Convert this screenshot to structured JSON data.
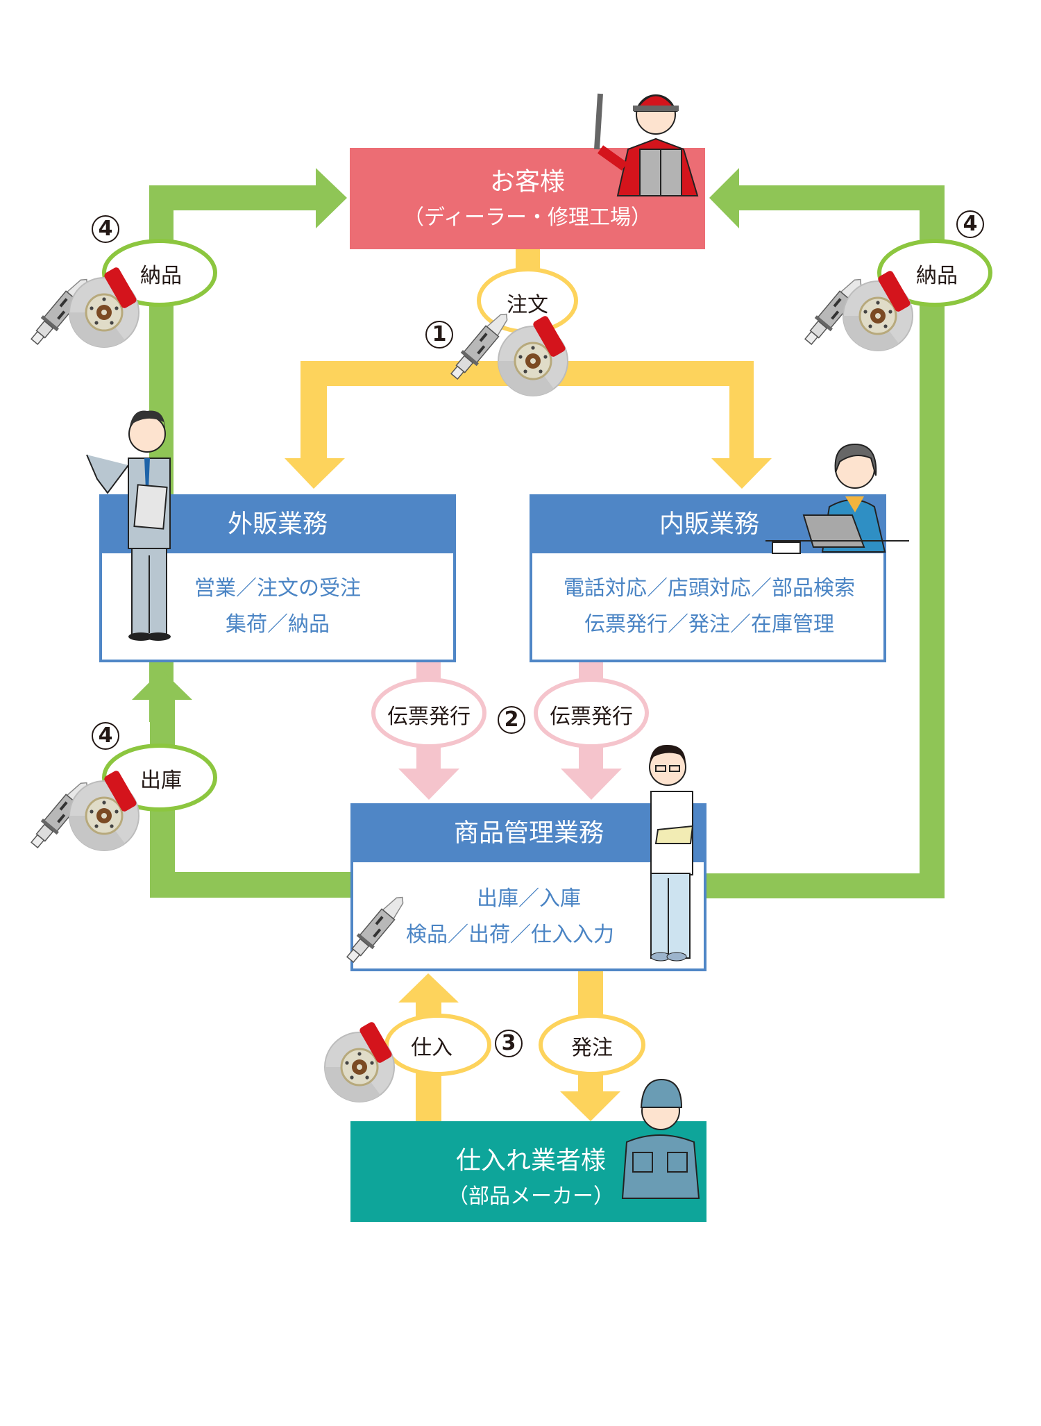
{
  "colors": {
    "customer_box": "#ec6d74",
    "dept_header": "#4f86c6",
    "dept_border": "#4f86c6",
    "dept_body_text": "#4a84c4",
    "supplier_box": "#0ea59a",
    "green_flow": "#8fc556",
    "green_oval": "#8cc63f",
    "yellow_flow": "#fdd35c",
    "pink_flow": "#f5c4cc",
    "label_text": "#231815"
  },
  "customer": {
    "title": "お客様",
    "subtitle": "（ディーラー・修理工場）"
  },
  "outside_sales": {
    "title": "外販業務",
    "lines": [
      "営業／注文の受注",
      "集荷／納品"
    ]
  },
  "inside_sales": {
    "title": "内販業務",
    "lines": [
      "電話対応／店頭対応／部品検索",
      "伝票発行／発注／在庫管理"
    ]
  },
  "inventory": {
    "title": "商品管理業務",
    "lines": [
      "出庫／入庫",
      "検品／出荷／仕入入力"
    ]
  },
  "supplier": {
    "title": "仕入れ業者様",
    "subtitle": "（部品メーカー）"
  },
  "flow_labels": {
    "order": "注文",
    "delivery_left": "納品",
    "delivery_right": "納品",
    "voucher_left": "伝票発行",
    "voucher_right": "伝票発行",
    "shipping": "出庫",
    "purchase": "仕入",
    "place_order": "発注"
  },
  "steps": {
    "step1": "1",
    "step2": "2",
    "step3": "3",
    "step4_left_top": "4",
    "step4_right_top": "4",
    "step4_left_bottom": "4"
  },
  "parts_icons": {
    "brake_label": "brake"
  }
}
